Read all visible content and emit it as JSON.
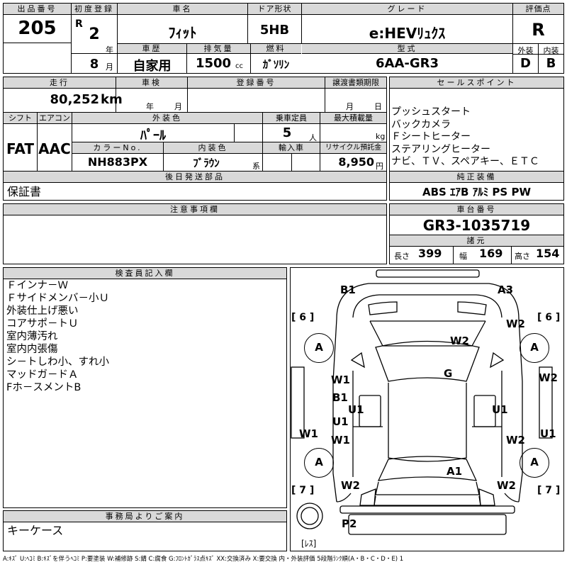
{
  "lot": {
    "header": "出品番号",
    "value": "205"
  },
  "first_reg": {
    "header": "初度登録",
    "era": "R",
    "year": "2",
    "year_unit": "年",
    "month": "8",
    "month_unit": "月"
  },
  "car_name": {
    "header": "車名",
    "value": "ﾌｨｯﾄ"
  },
  "door": {
    "header": "ドア形状",
    "value": "5HB"
  },
  "grade": {
    "header": "グレード",
    "value": "e:HEVﾘｭｸｽ"
  },
  "score": {
    "header": "評価点",
    "value": "R",
    "exterior_header": "外装",
    "exterior": "D",
    "interior_header": "内装",
    "interior": "B"
  },
  "history": {
    "header": "車歴",
    "value": "自家用"
  },
  "displacement": {
    "header": "排気量",
    "value": "1500",
    "unit": "cc"
  },
  "fuel": {
    "header": "燃料",
    "value": "ｶﾞｿﾘﾝ"
  },
  "model": {
    "header": "型式",
    "value": "6AA-GR3"
  },
  "mileage": {
    "header": "走行",
    "value": "80,252",
    "unit": "km"
  },
  "inspection": {
    "header": "車検",
    "year_unit": "年",
    "month_unit": "月"
  },
  "plate": {
    "header": "登録番号"
  },
  "transfer": {
    "header": "譲渡書類期限",
    "month_unit": "月",
    "day_unit": "日"
  },
  "shift": {
    "header": "シフト",
    "value": "FAT"
  },
  "aircon": {
    "header": "エアコン",
    "value": "AAC"
  },
  "ext_color": {
    "header": "外装色",
    "value": "ﾊﾟｰﾙ"
  },
  "color_no": {
    "header": "カラーNo.",
    "value": "NH883PX"
  },
  "int_color": {
    "header": "内装色",
    "value": "ﾌﾞﾗｳﾝ",
    "suffix": "系"
  },
  "capacity": {
    "header": "乗車定員",
    "value": "5",
    "unit": "人"
  },
  "max_load": {
    "header": "最大積載量",
    "unit": "kg"
  },
  "import": {
    "header": "輸入車"
  },
  "recycle": {
    "header": "リサイクル預託金",
    "value": "8,950",
    "unit": "円"
  },
  "later_parts": {
    "header": "後日発送部品",
    "value": "保証書"
  },
  "sales_points": {
    "header": "セールスポイント",
    "lines": [
      "プッシュスタート",
      "バックカメラ",
      "Ｆシートヒーター",
      "ステアリングヒーター",
      "ナビ、ＴＶ、スペアキー、ＥＴＣ"
    ]
  },
  "equipment": {
    "header": "純正装備",
    "value": "ABS ｴｱB ｱﾙﾐ PS PW"
  },
  "notes": {
    "header": "注意事項欄"
  },
  "chassis": {
    "header": "車台番号",
    "value": "GR3-1035719"
  },
  "specs": {
    "header": "諸元",
    "length_label": "長さ",
    "length": "399",
    "width_label": "幅",
    "width": "169",
    "height_label": "高さ",
    "height": "154"
  },
  "inspector": {
    "header": "検査員記入欄",
    "lines": [
      "Ｆインナ－Ｗ",
      "Ｆサイドメンバ－小Ｕ",
      "外装仕上げ悪い",
      "コアサポ－トＵ",
      "室内薄汚れ",
      "室内内張傷",
      "シ－トしわ小、すれ小",
      "マッドガ－ドＡ",
      "Fホ－スメントB"
    ]
  },
  "office": {
    "header": "事務局よりご案内",
    "value": "キーケース"
  },
  "diagram": {
    "marks": [
      "B1",
      "A3",
      "W2",
      "W2",
      "G",
      "W1",
      "B1",
      "U1",
      "U1",
      "W2",
      "U1",
      "W1",
      "W1",
      "W2",
      "U1",
      "A1",
      "W2",
      "W2",
      "P2"
    ],
    "brackets": [
      "[ 6 ]",
      "[ 6 ]",
      "[ 7 ]",
      "[ 7 ]"
    ],
    "tires": [
      "A",
      "A",
      "A",
      "A"
    ],
    "spare_label": "[ﾚｽ]"
  },
  "legend": "A:ｷｽﾞ U:ﾍｺﾐ B:ｷｽﾞを伴うﾍｺﾐ P:要塗装 W:補修跡 S:錆 C:腐食 G:ﾌﾛﾝﾄｶﾞﾗｽ点ｷｽﾞ XX:交換済み X:要交換 内・外装評価 5段階ﾗﾝｸ順(A・B・C・D・E) 1"
}
